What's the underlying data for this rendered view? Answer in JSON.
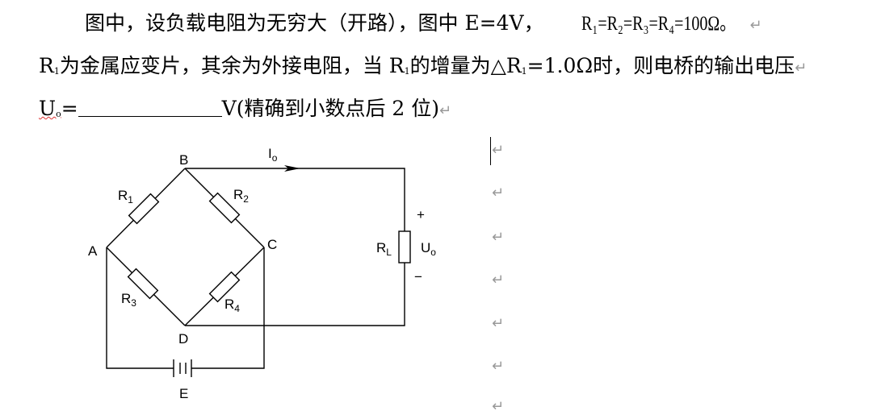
{
  "paragraph": {
    "line1_text": "图中，设负载电阻为无穷大（开路），图中 E=4V，",
    "line1_resistors": "R₁=R₂=R₃=R₄=100Ω。",
    "line2_a": "R",
    "line2_a_sub": "1",
    "line2_b": "为金属应变片，其余为外接电阻，当 R",
    "line2_b_sub": "1",
    "line2_c": "的增量为△R",
    "line2_c_sub": "1",
    "line2_d": "=1.0Ω时，则电桥的输出电压",
    "line3_u": "U",
    "line3_u_sub": "o",
    "line3_eq": "=",
    "line3_rest": "V(精确到小数点后 2 位)",
    "return_mark": "↵"
  },
  "circuit": {
    "node_a": "A",
    "node_b": "B",
    "node_c": "C",
    "node_d": "D",
    "r1": "R",
    "r1_sub": "1",
    "r2": "R",
    "r2_sub": "2",
    "r3": "R",
    "r3_sub": "3",
    "r4": "R",
    "r4_sub": "4",
    "rl": "R",
    "rl_sub": "L",
    "io": "I",
    "io_sub": "o",
    "uo": "U",
    "uo_sub": "o",
    "plus": "+",
    "minus": "−",
    "source": "E"
  },
  "empty_paragraph_marks": [
    "↵",
    "↵",
    "↵",
    "↵",
    "↵",
    "↵",
    "↵"
  ]
}
